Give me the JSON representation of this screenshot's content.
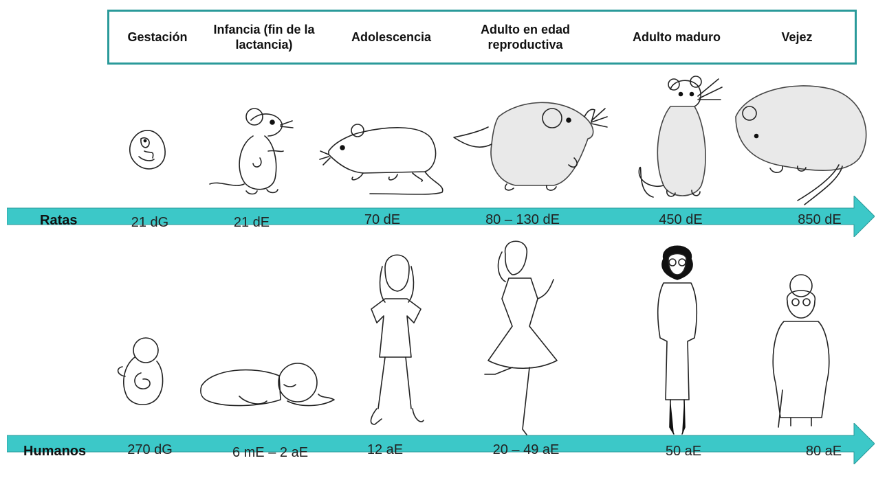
{
  "stages": [
    {
      "label": "Gestación"
    },
    {
      "label": "Infancia (fin de la lactancia)"
    },
    {
      "label": "Adolescencia"
    },
    {
      "label": "Adulto en edad reproductiva"
    },
    {
      "label": "Adulto maduro"
    },
    {
      "label": "Vejez"
    }
  ],
  "rows": {
    "rats": {
      "label": "Ratas",
      "values": [
        "21 dG",
        "21 dE",
        "70 dE",
        "80 – 130 dE",
        "450 dE",
        "850 dE"
      ]
    },
    "humans": {
      "label": "Humanos",
      "values": [
        "270 dG",
        "6 mE – 2 aE",
        "12 aE",
        "20 – 49 aE",
        "50 aE",
        "80 aE"
      ]
    }
  },
  "colors": {
    "arrow_fill": "#3cc8c8",
    "arrow_stroke": "#2a9a9a",
    "box_border": "#2a9a9a"
  },
  "icons": {
    "rats": [
      "rat-embryo-icon",
      "young-rat-icon",
      "adolescent-rat-icon",
      "adult-rat-icon",
      "mature-rat-icon",
      "old-rat-icon"
    ],
    "humans": [
      "human-fetus-icon",
      "sleeping-baby-icon",
      "teen-girl-icon",
      "young-woman-icon",
      "mature-woman-icon",
      "elderly-woman-icon"
    ]
  }
}
